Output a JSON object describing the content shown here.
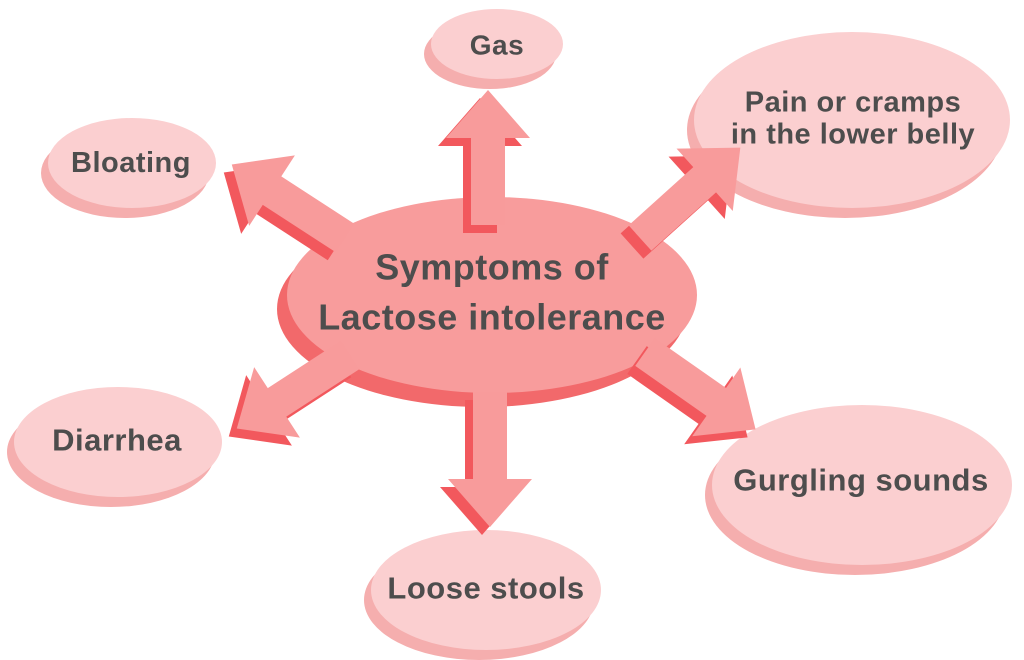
{
  "diagram": {
    "type": "radial-spider-diagram",
    "center": {
      "label": "Symptoms of Lactose intolerance",
      "lines": [
        "Symptoms of",
        "Lactose intolerance"
      ]
    },
    "nodes": [
      {
        "id": "gas",
        "label": "Gas",
        "position": "top"
      },
      {
        "id": "pain-or-cramps",
        "label": "Pain or cramps in the lower belly",
        "lines": [
          "Pain or cramps",
          "in the lower belly"
        ],
        "position": "top-right"
      },
      {
        "id": "bloating",
        "label": "Bloating",
        "position": "top-left"
      },
      {
        "id": "diarrhea",
        "label": "Diarrhea",
        "position": "bottom-left"
      },
      {
        "id": "loose-stools",
        "label": "Loose stools",
        "position": "bottom"
      },
      {
        "id": "gurgling-sounds",
        "label": "Gurgling sounds",
        "position": "bottom-right"
      }
    ],
    "colors": {
      "background": "#ffffff",
      "node_fill": "#fbcfd0",
      "node_shadow": "#f5aeae",
      "center_fill": "#f89c9c",
      "center_shadow": "#f2696b",
      "arrow_fill": "#f89b9b",
      "arrow_shadow": "#f2585d",
      "text": "#4d4d4d"
    }
  }
}
